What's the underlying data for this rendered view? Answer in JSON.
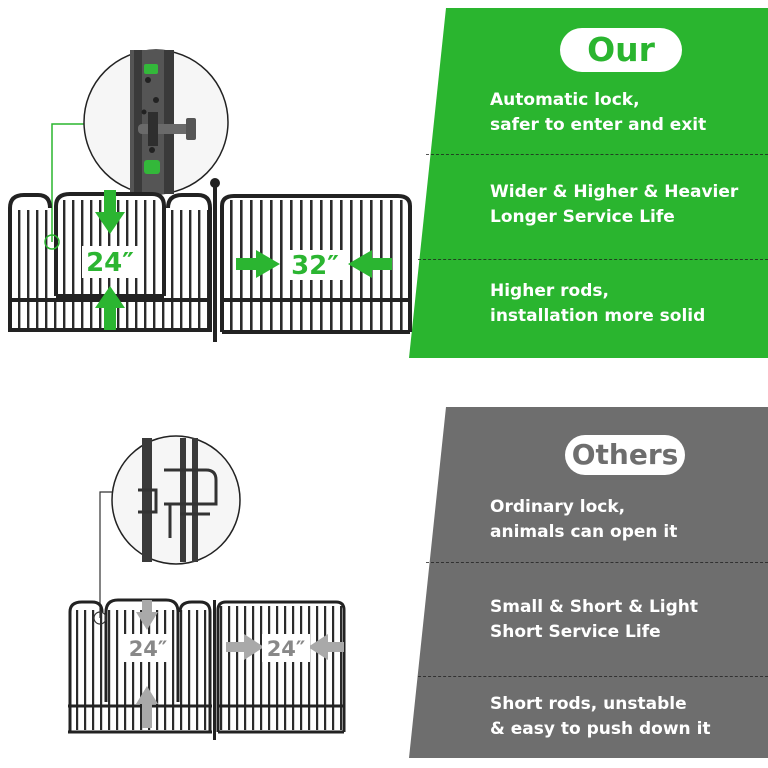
{
  "colors": {
    "ours": "#2ab52f",
    "others": "#6e6e6e",
    "arrow": "#2bb531",
    "gray_arrow": "#a9a9a9"
  },
  "ours": {
    "heading": "Our",
    "gate_height": "24″",
    "gate_width": "32″",
    "features": [
      {
        "line1": "Automatic lock,",
        "line2": "safer to enter and exit"
      },
      {
        "line1": "Wider & Higher & Heavier",
        "line2": "Longer Service Life"
      },
      {
        "line1": "Higher rods,",
        "line2": "installation more solid"
      }
    ]
  },
  "others": {
    "heading": "Others",
    "gate_height": "24″",
    "gate_width": "24″",
    "features": [
      {
        "line1": "Ordinary lock,",
        "line2": "animals can open it"
      },
      {
        "line1": "Small & Short & Light",
        "line2": "Short Service Life"
      },
      {
        "line1": "Short rods, unstable",
        "line2": "& easy to push down it"
      }
    ]
  }
}
